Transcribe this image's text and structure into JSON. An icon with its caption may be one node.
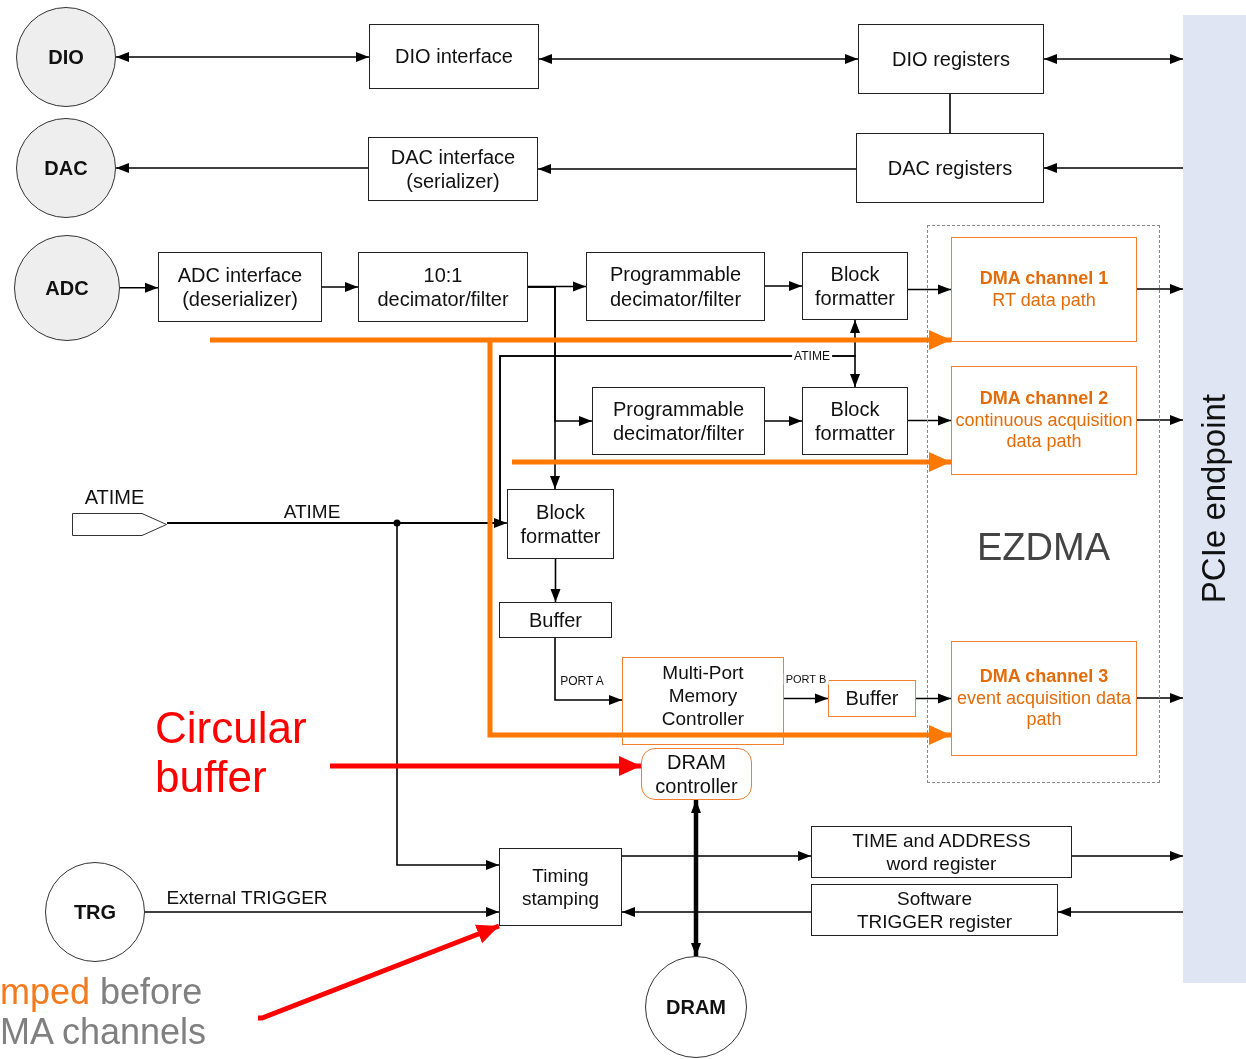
{
  "diagram": {
    "nodes": [
      {
        "text": [
          "DIO"
        ]
      },
      {
        "text": [
          "DIO interface"
        ]
      },
      {
        "text": [
          "DIO registers"
        ]
      },
      {
        "text": [
          "DAC"
        ]
      },
      {
        "text": [
          "DAC interface (serializer)"
        ]
      },
      {
        "text": [
          "DAC registers"
        ]
      },
      {
        "text": [
          "ADC"
        ]
      },
      {
        "text": [
          "ADC interface (deserializer)"
        ]
      },
      {
        "text": [
          "10:1 decimator/filter"
        ]
      },
      {
        "text": [
          "Programmable decimator/filter"
        ]
      },
      {
        "text": [
          "Block formatter"
        ]
      },
      {
        "text": [
          "EZDMA"
        ]
      },
      {
        "text": [
          "DMA channel 1",
          "RT data path"
        ],
        "in": 11
      },
      {
        "text": [
          "Programmable decimator/filter"
        ]
      },
      {
        "text": [
          "Block formatter"
        ]
      },
      {
        "text": [
          "DMA channel 2",
          "continuous acquisition data path"
        ],
        "in": 11
      },
      {
        "text": [
          "ATIME"
        ]
      },
      {
        "text": [
          "Block formatter"
        ]
      },
      {
        "text": [
          "Buffer"
        ]
      },
      {
        "text": [
          "Multi-Port Memory Controller"
        ]
      },
      {
        "text": [
          "Buffer"
        ]
      },
      {
        "text": [
          "DMA channel 3",
          "event acquisition data path"
        ],
        "in": 11
      },
      {
        "text": [
          "DRAM controller"
        ]
      },
      {
        "text": [
          "Timing stamping"
        ]
      },
      {
        "text": [
          "TIME and ADDRESS word register"
        ]
      },
      {
        "text": [
          "Software TRIGGER register"
        ]
      },
      {
        "text": [
          "TRG"
        ]
      },
      {
        "text": [
          "DRAM"
        ]
      },
      {
        "text": [
          "PCIe endpoint"
        ]
      },
      {
        "text": [
          "Circular buffer"
        ]
      },
      {
        "text": [
          "mped",
          "before MA channels"
        ]
      }
    ],
    "edges": [
      {
        "from": 0,
        "to": 1,
        "arrow": "both"
      },
      {
        "from": 1,
        "to": 2,
        "arrow": "both"
      },
      {
        "from": 2,
        "to": 28,
        "arrow": "both"
      },
      {
        "from": 4,
        "to": 3,
        "arrow": "to"
      },
      {
        "from": 5,
        "to": 4,
        "arrow": "to"
      },
      {
        "from": 28,
        "to": 5,
        "arrow": "to"
      },
      {
        "from": 2,
        "to": 5,
        "arrow": "none"
      },
      {
        "from": 6,
        "to": 7,
        "arrow": "to"
      },
      {
        "from": 7,
        "to": 8,
        "arrow": "to"
      },
      {
        "from": 8,
        "to": 9,
        "arrow": "to"
      },
      {
        "from": 9,
        "to": 10,
        "arrow": "to"
      },
      {
        "from": 10,
        "to": 12,
        "arrow": "to"
      },
      {
        "from": 12,
        "to": 28,
        "arrow": "to"
      },
      {
        "from": 8,
        "to": 13,
        "arrow": "to"
      },
      {
        "from": 8,
        "to": 17,
        "arrow": "to"
      },
      {
        "from": 13,
        "to": 14,
        "arrow": "to"
      },
      {
        "from": 14,
        "to": 15,
        "arrow": "to"
      },
      {
        "from": 15,
        "to": 28,
        "arrow": "to"
      },
      {
        "from": 16,
        "to": 17,
        "arrow": "to",
        "label": "ATIME"
      },
      {
        "from": 16,
        "to": 10,
        "arrow": "to",
        "label": "ATIME"
      },
      {
        "from": 16,
        "to": 14,
        "arrow": "to"
      },
      {
        "from": 16,
        "to": 23,
        "arrow": "to"
      },
      {
        "from": 17,
        "to": 18,
        "arrow": "to"
      },
      {
        "from": 18,
        "to": 19,
        "arrow": "to",
        "label": "PORT A"
      },
      {
        "from": 19,
        "to": 20,
        "arrow": "to",
        "label": "PORT B"
      },
      {
        "from": 20,
        "to": 21,
        "arrow": "to"
      },
      {
        "from": 21,
        "to": 28,
        "arrow": "to"
      },
      {
        "from": 22,
        "to": 27,
        "arrow": "both",
        "style": "thick"
      },
      {
        "from": 26,
        "to": 23,
        "arrow": "to",
        "label": "External TRIGGER"
      },
      {
        "from": 23,
        "to": 24,
        "arrow": "to"
      },
      {
        "from": 24,
        "to": 28,
        "arrow": "to"
      },
      {
        "from": 25,
        "to": 23,
        "arrow": "to"
      },
      {
        "from": 28,
        "to": 25,
        "arrow": "to"
      },
      {
        "from": 29,
        "to": 22,
        "arrow": "to",
        "style": "thick",
        "color": "#ff0000"
      },
      {
        "from": 30,
        "to": 23,
        "arrow": "to",
        "style": "thick",
        "color": "#ff0000"
      },
      {
        "from": null,
        "to": 12,
        "arrow": "to",
        "style": "thick",
        "color": "#ff7800"
      },
      {
        "from": null,
        "to": 15,
        "arrow": "to",
        "style": "thick",
        "color": "#ff7800"
      },
      {
        "from": null,
        "to": 21,
        "arrow": "to",
        "style": "thick",
        "color": "#ff7800"
      }
    ]
  }
}
